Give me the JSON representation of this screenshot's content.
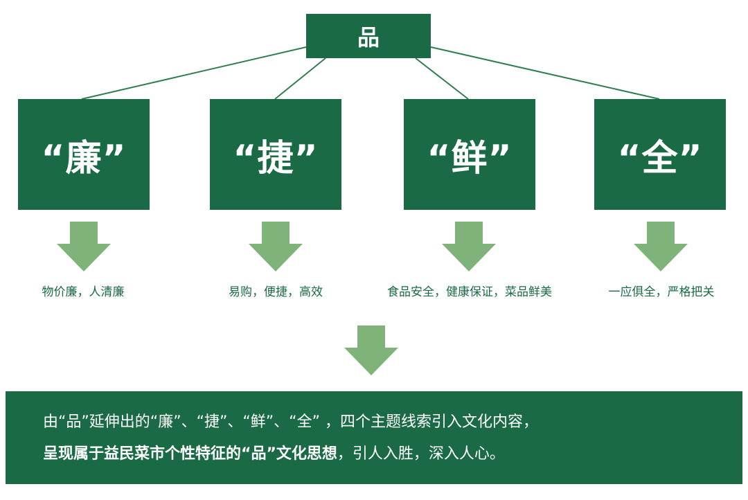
{
  "diagram": {
    "root": {
      "label": "品"
    },
    "pillars": [
      {
        "label": "“廉”",
        "description": "物价廉，人清廉"
      },
      {
        "label": "“捷”",
        "description": "易购，便捷，高效"
      },
      {
        "label": "“鲜”",
        "description": "食品安全，健康保证，菜品鲜美"
      },
      {
        "label": "“全”",
        "description": "一应俱全，严格把关"
      }
    ],
    "summary": {
      "line1": "由“品”延伸出的“廉”、“捷”、“鲜”、“全” ，四个主题线索引入文化内容，",
      "line2_bold": "呈现属于益民菜市个性特征的“品”文化思想",
      "line2_rest": "，引人入胜，深入人心。"
    }
  },
  "colors": {
    "box_fill": "#1a6b45",
    "arrow_fill": "#7fb37a",
    "line": "#2e7d4f",
    "text_on_box": "#ffffff",
    "description_text": "#1a6b45"
  }
}
